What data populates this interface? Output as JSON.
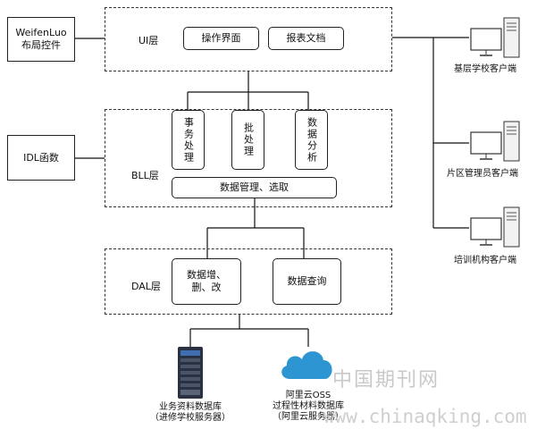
{
  "left_components": {
    "weifenluo": "WeifenLuo\n布局控件",
    "idl": "IDL函数"
  },
  "layers": {
    "ui": {
      "label": "UI层",
      "boxes": [
        "操作界面",
        "报表文档"
      ]
    },
    "bll": {
      "label": "BLL层",
      "boxes": [
        "事务处理",
        "批处理",
        "数据分析"
      ],
      "bottom": "数据管理、选取"
    },
    "dal": {
      "label": "DAL层",
      "boxes": [
        "数据增、删、改",
        "数据查询"
      ]
    }
  },
  "clients": [
    "基层学校客户端",
    "片区管理员客户端",
    "培训机构客户端"
  ],
  "databases": {
    "business": "业务资料数据库\n（进修学校服务器）",
    "cloud": "阿里云OSS\n过程性材料数据库\n（阿里云服务器）"
  },
  "watermark": {
    "cn": "中国期刊网",
    "url": "www.chinaqking.com"
  },
  "colors": {
    "cloud": "#2e95d3",
    "server": "#2a3142"
  }
}
